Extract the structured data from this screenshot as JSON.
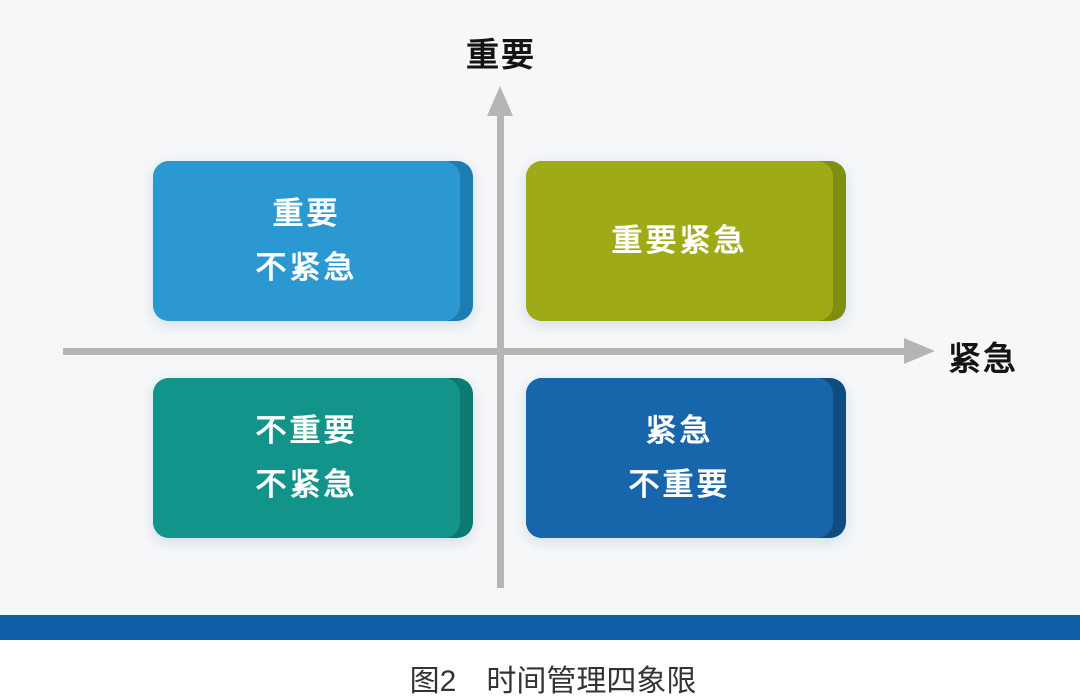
{
  "canvas": {
    "background": "#f6f7f8",
    "lower_background": "#ffffff"
  },
  "axes": {
    "y_label": "重要",
    "x_label": "紧急",
    "color": "#b3b5b6"
  },
  "quadrants": [
    {
      "id": "important-not-urgent",
      "position": "top-left",
      "lines": [
        "重要",
        "不紧急"
      ],
      "color": "#2b98d1",
      "edge_color": "#1b7db2"
    },
    {
      "id": "important-urgent",
      "position": "top-right",
      "lines": [
        "重要紧急"
      ],
      "color": "#9fab16",
      "edge_color": "#7f8e10"
    },
    {
      "id": "not-important-not-urgent",
      "position": "bottom-left",
      "lines": [
        "不重要",
        "不紧急"
      ],
      "color": "#12948a",
      "edge_color": "#0c7a70"
    },
    {
      "id": "urgent-not-important",
      "position": "bottom-right",
      "lines": [
        "紧急",
        "不重要"
      ],
      "color": "#1765ab",
      "edge_color": "#0f4c80"
    }
  ],
  "divider_bar": {
    "color": "#115fa6"
  },
  "caption": {
    "prefix": "图2",
    "title": "时间管理四象限"
  }
}
